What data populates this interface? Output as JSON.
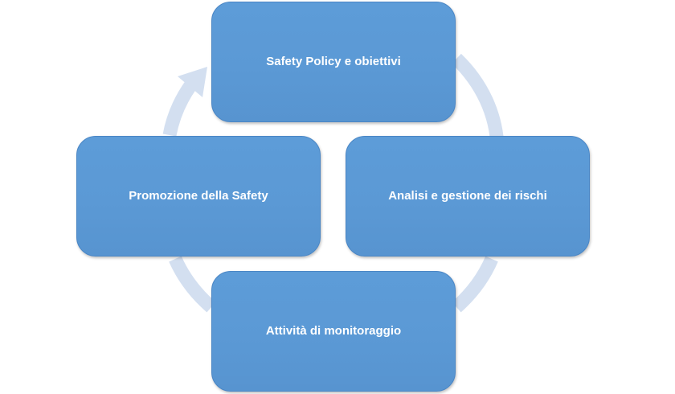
{
  "diagram": {
    "type": "cycle",
    "ring_color": "#d3dff0",
    "node_color": "#5b9bd5",
    "nodes": [
      {
        "id": "top",
        "label": "Safety Policy e obiettivi"
      },
      {
        "id": "right",
        "label": "Analisi e gestione dei rischi"
      },
      {
        "id": "bottom",
        "label": "Attività di monitoraggio"
      },
      {
        "id": "left",
        "label": "Promozione della Safety"
      }
    ]
  }
}
